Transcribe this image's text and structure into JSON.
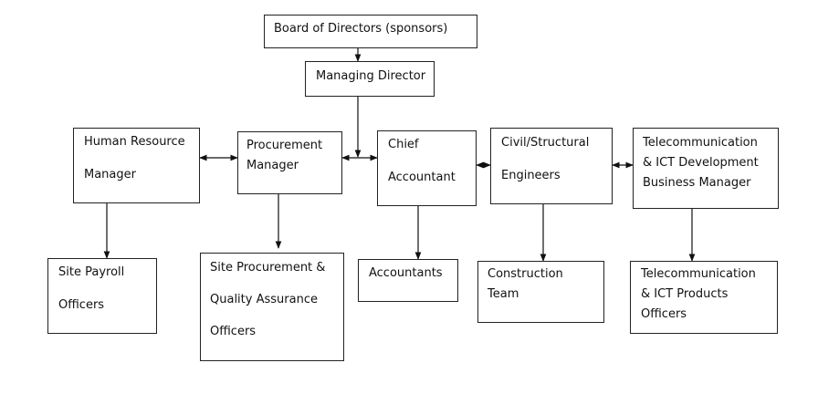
{
  "diagram": {
    "type": "organizational-chart",
    "nodes": {
      "board": {
        "lines": [
          "Board of Directors (sponsors)"
        ]
      },
      "md": {
        "lines": [
          "Managing Director"
        ]
      },
      "hr": {
        "lines": [
          "Human Resource",
          "Manager"
        ]
      },
      "proc": {
        "lines": [
          "Procurement",
          "Manager"
        ]
      },
      "chief": {
        "lines": [
          "Chief",
          "Accountant"
        ]
      },
      "civil": {
        "lines": [
          "Civil/Structural",
          "Engineers"
        ]
      },
      "telecom": {
        "lines": [
          "Telecommunication",
          "& ICT Development",
          "Business Manager"
        ]
      },
      "payroll": {
        "lines": [
          "Site Payroll",
          "Officers"
        ]
      },
      "siteproc": {
        "lines": [
          "Site Procurement &",
          "Quality Assurance",
          "Officers"
        ]
      },
      "accountants": {
        "lines": [
          "Accountants"
        ]
      },
      "construction": {
        "lines": [
          "Construction",
          "Team"
        ]
      },
      "telecom_off": {
        "lines": [
          "Telecommunication",
          "& ICT Products",
          "Officers"
        ]
      }
    },
    "edges": [
      {
        "from": "board",
        "to": "md",
        "kind": "arrow"
      },
      {
        "from": "md",
        "to": "chief",
        "kind": "arrow"
      },
      {
        "from": "hr",
        "to": "proc",
        "kind": "bidirectional"
      },
      {
        "from": "proc",
        "to": "chief",
        "kind": "bidirectional"
      },
      {
        "from": "chief",
        "to": "civil",
        "kind": "bidirectional"
      },
      {
        "from": "civil",
        "to": "telecom",
        "kind": "bidirectional"
      },
      {
        "from": "hr",
        "to": "payroll",
        "kind": "arrow"
      },
      {
        "from": "proc",
        "to": "siteproc",
        "kind": "arrow"
      },
      {
        "from": "chief",
        "to": "accountants",
        "kind": "arrow"
      },
      {
        "from": "civil",
        "to": "construction",
        "kind": "arrow"
      },
      {
        "from": "telecom",
        "to": "telecom_off",
        "kind": "arrow"
      }
    ]
  }
}
